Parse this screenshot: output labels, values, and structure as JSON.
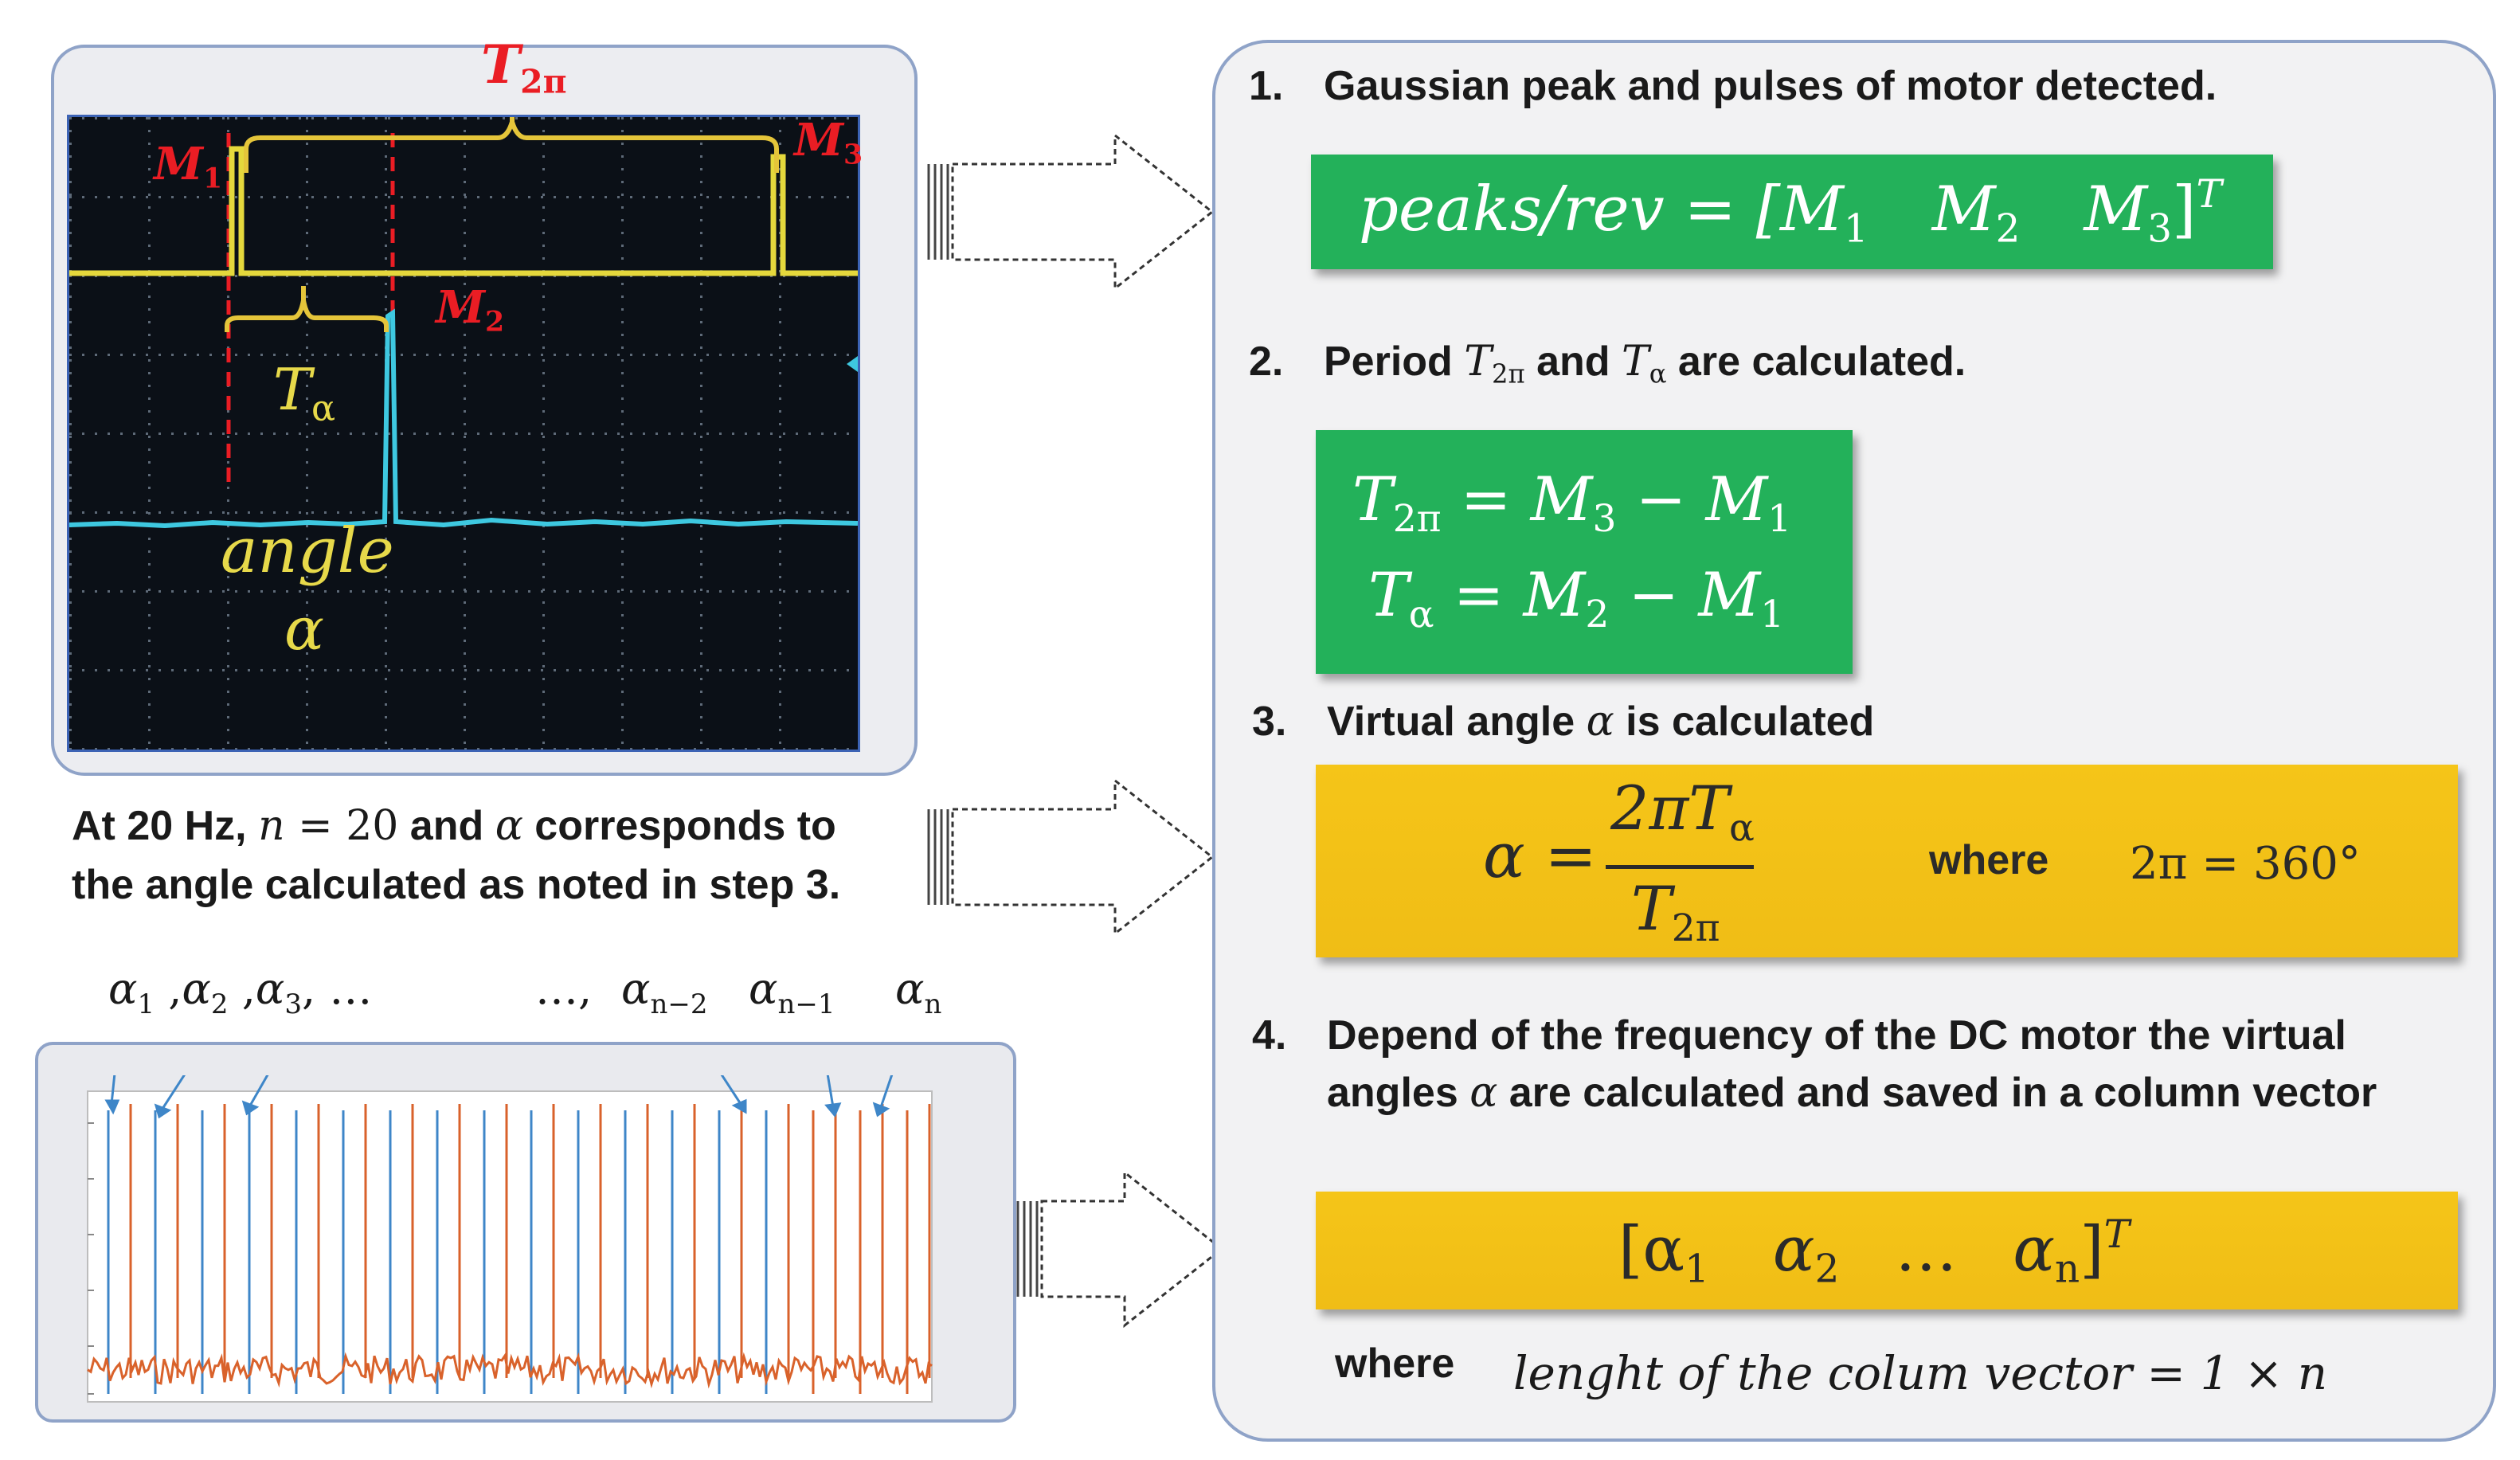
{
  "scope": {
    "t2pi": "T",
    "t2pi_sub": "2π",
    "m1": "M",
    "m1_sub": "1",
    "m2": "M",
    "m2_sub": "2",
    "m3": "M",
    "m3_sub": "3",
    "ta": "T",
    "ta_sub": "α",
    "angle_label": "angle",
    "alpha_label": "α"
  },
  "caption": {
    "line1_a": "At 20 Hz, ",
    "line1_n": "n",
    "line1_eq": " = 20",
    "line1_b": " and ",
    "line1_alpha": "α",
    "line1_c": " corresponds to",
    "line2": "the angle calculated as noted in step 3."
  },
  "alpha_sequence": {
    "left": "α",
    "s1": "1",
    "sep1": " ,",
    "a2": "α",
    "s2": "2",
    "sep2": " ,",
    "a3": "α",
    "s3": "3",
    "tail_left": ", …",
    "mid_dots": "…,",
    "an2": "α",
    "sn2": "n−2",
    "an1": "α",
    "sn1": "n−1",
    "an": "α",
    "sn": "n"
  },
  "steps": {
    "s1_num": "1.",
    "s1_text": "Gaussian peak and pulses of motor detected.",
    "s1_formula": "peaks/rev = [M",
    "s1_f_s1": "1",
    "s1_f_m2": "M",
    "s1_f_s2": "2",
    "s1_f_m3": "M",
    "s1_f_s3": "3",
    "s1_f_close": "]",
    "s1_f_T": "T",
    "s2_num": "2.",
    "s2_text_a": "Period ",
    "s2_T": "T",
    "s2_T_sub": "2π",
    "s2_text_b": " and ",
    "s2_Ta": "T",
    "s2_Ta_sub": "α",
    "s2_text_c": " are calculated.",
    "s2_eq1_lhs": "T",
    "s2_eq1_lhs_sub": "2π",
    "s2_eq1_rhs": " = M",
    "s2_eq1_s3": "3",
    "s2_eq1_minus": " − M",
    "s2_eq1_s1": "1",
    "s2_eq2_lhs": "T",
    "s2_eq2_lhs_sub": "α",
    "s2_eq2_rhs": " = M",
    "s2_eq2_s2": "2",
    "s2_eq2_minus": " − M",
    "s2_eq2_s1": "1",
    "s3_num": "3.",
    "s3_text_a": "Virtual angle ",
    "s3_alpha": "α",
    "s3_text_b": " is calculated",
    "s3_lhs": "α =",
    "s3_num_f": "2πT",
    "s3_num_sub": "α",
    "s3_den": "T",
    "s3_den_sub": "2π",
    "s3_where": "where",
    "s3_note": "2π = 360°",
    "s4_num": "4.",
    "s4_line1": "Depend of the frequency of the DC motor the virtual",
    "s4_line2_a": "angles ",
    "s4_alpha": "α",
    "s4_line2_b": " are calculated and saved in a column vector",
    "s4_vec_open": "[α",
    "s4_v1": "1",
    "s4_a2": "α",
    "s4_v2": "2",
    "s4_dots": "…",
    "s4_an": "α",
    "s4_vn": "n",
    "s4_close": "]",
    "s4_T": "T",
    "s4_where": "where",
    "s4_note": "lenght of the colum vector = 1 × n"
  },
  "colors": {
    "green_box": "#23b15a",
    "yellow_box": "#f2c017",
    "scope_red": "#ea1d24",
    "scope_yellow": "#e7d94a",
    "scope_cyan": "#3ec8e0",
    "plot_blue": "#3e86c8",
    "plot_orange": "#d9622b",
    "frame_border": "#8fa3c8"
  }
}
